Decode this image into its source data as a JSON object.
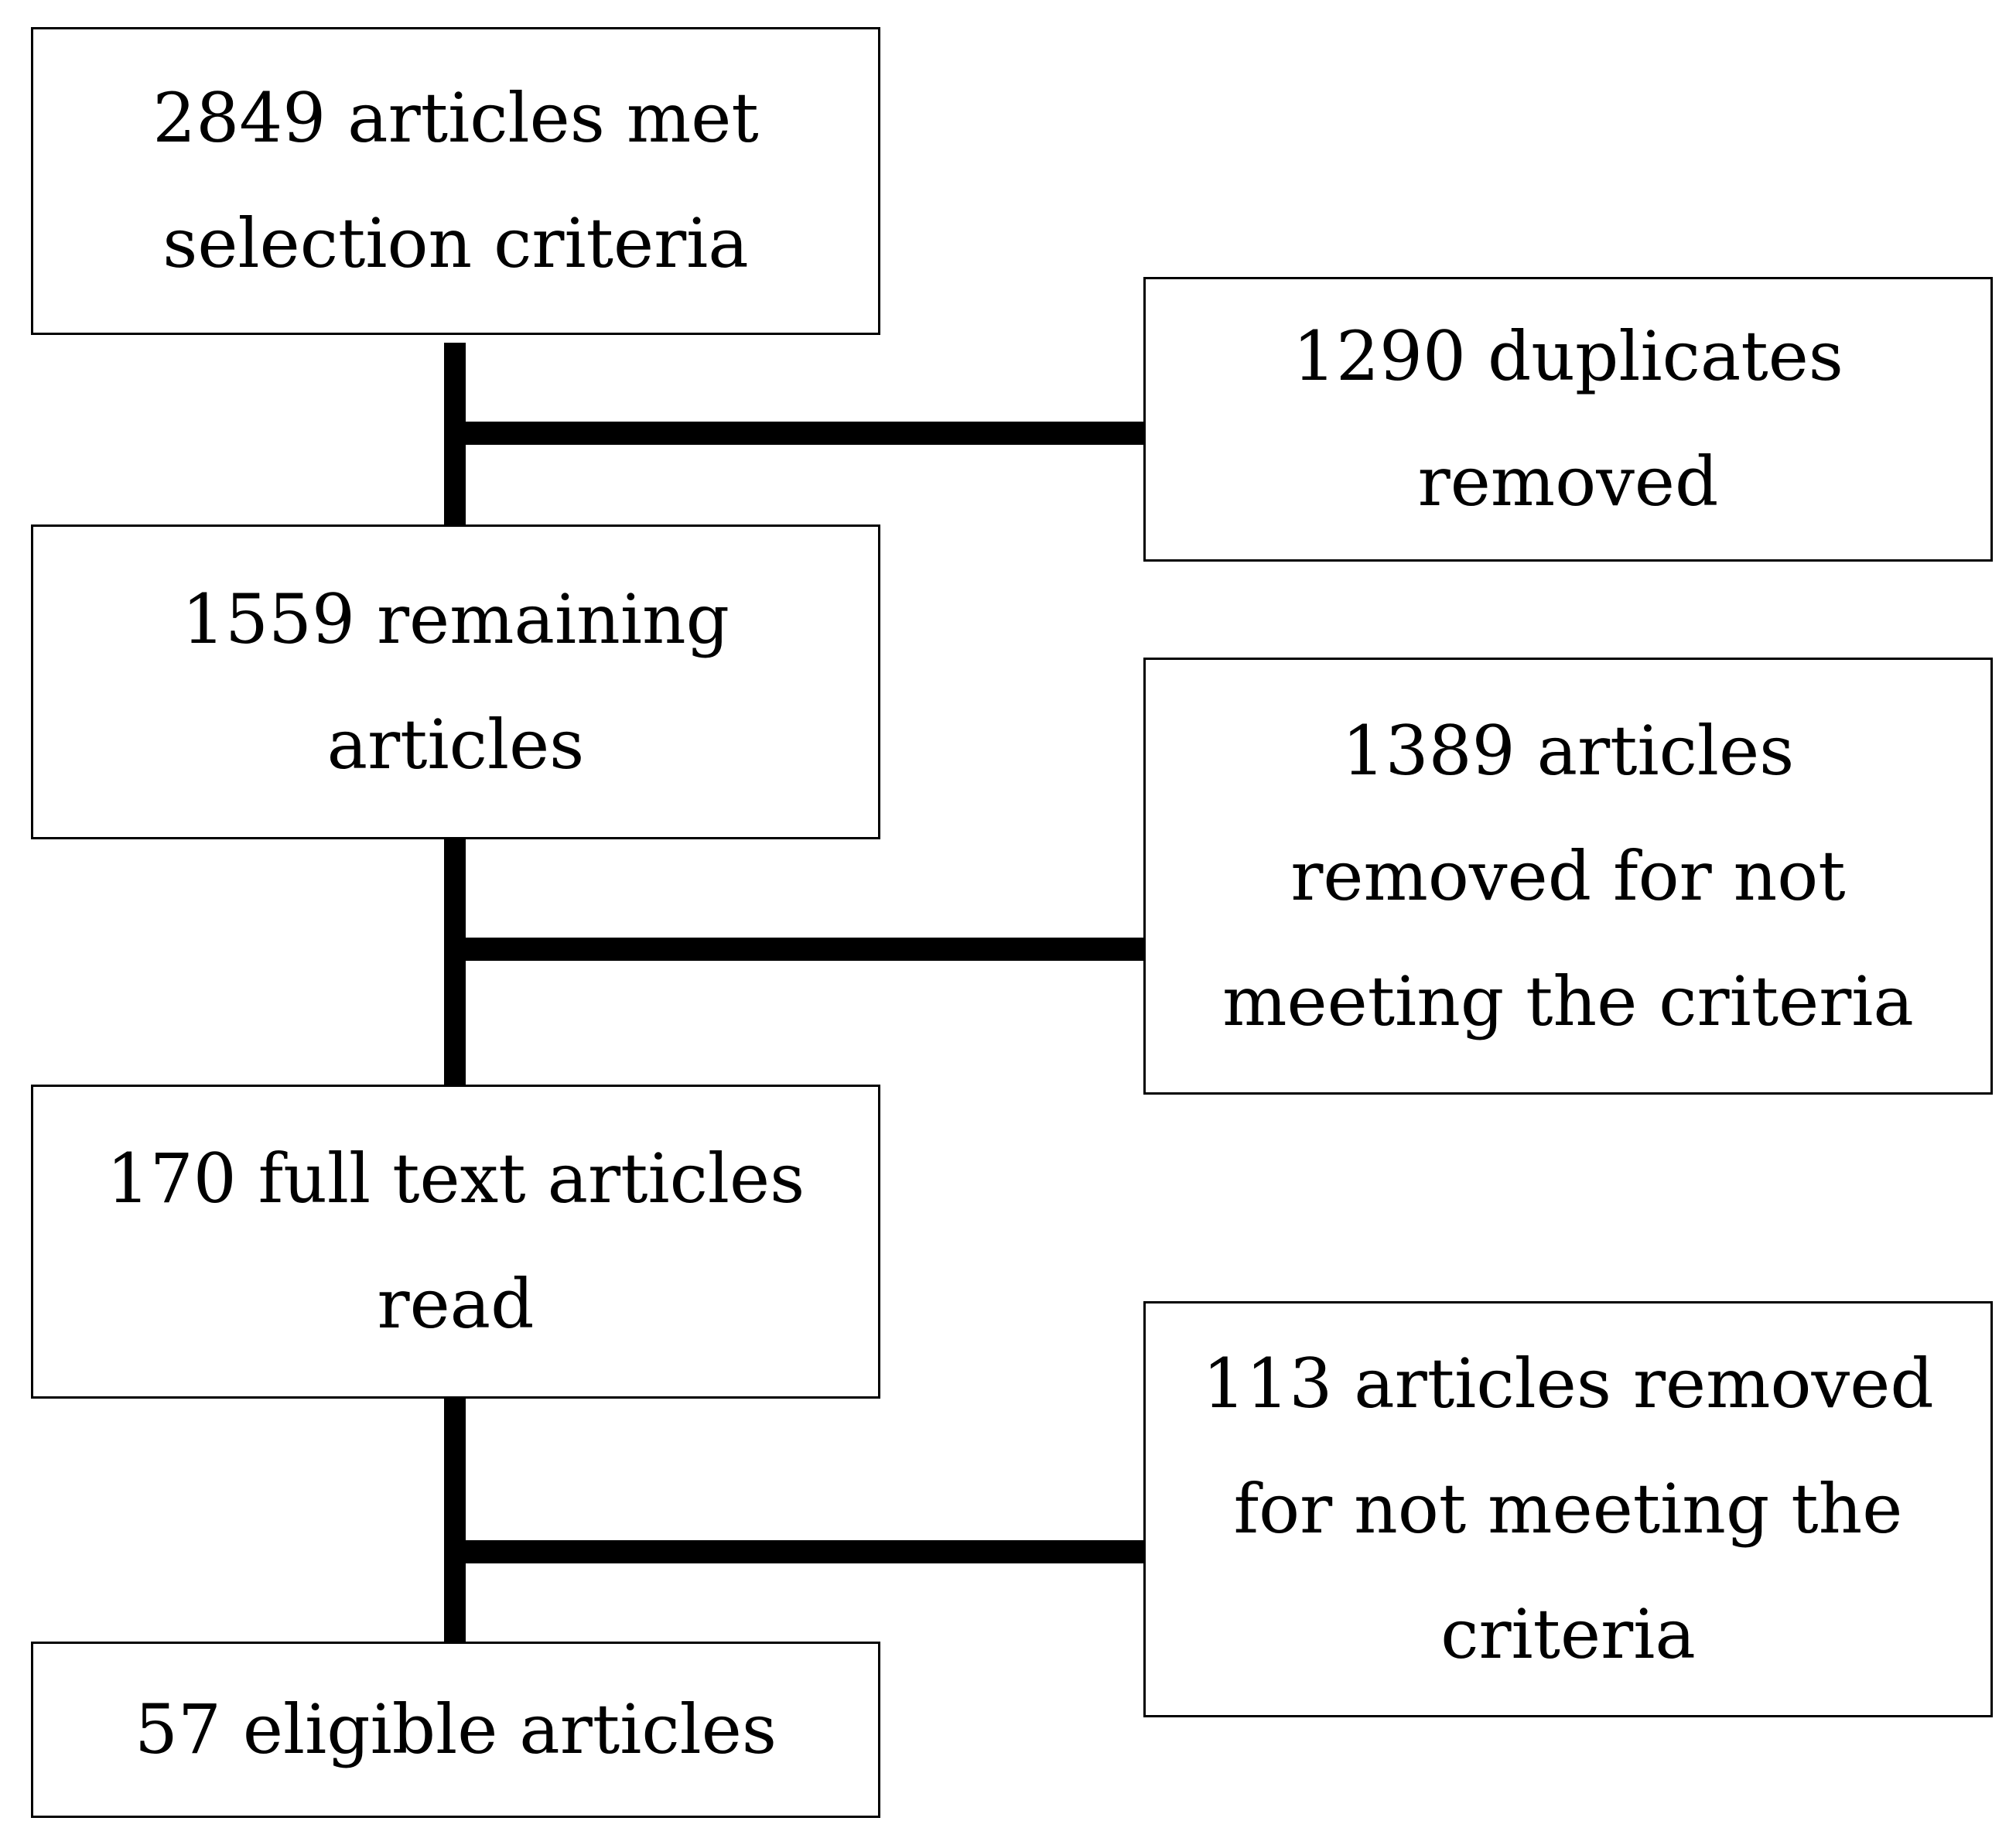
{
  "flowchart": {
    "main_steps": [
      {
        "id": "met-criteria",
        "lines": [
          "2849 articles met",
          "selection criteria"
        ]
      },
      {
        "id": "remaining",
        "lines": [
          "1559 remaining",
          "articles"
        ]
      },
      {
        "id": "full-text",
        "lines": [
          "170 full text articles",
          "read"
        ]
      },
      {
        "id": "eligible",
        "lines": [
          "57 eligible articles"
        ]
      }
    ],
    "exclusions": [
      {
        "id": "duplicates",
        "lines": [
          "1290 duplicates",
          "removed"
        ]
      },
      {
        "id": "not-meeting-1",
        "lines": [
          "1389 articles",
          "removed for not",
          "meeting the criteria"
        ]
      },
      {
        "id": "not-meeting-2",
        "lines": [
          "113 articles removed",
          "for not meeting the",
          "criteria"
        ]
      }
    ]
  },
  "colors": {
    "stroke": "#000000",
    "background": "#ffffff"
  }
}
